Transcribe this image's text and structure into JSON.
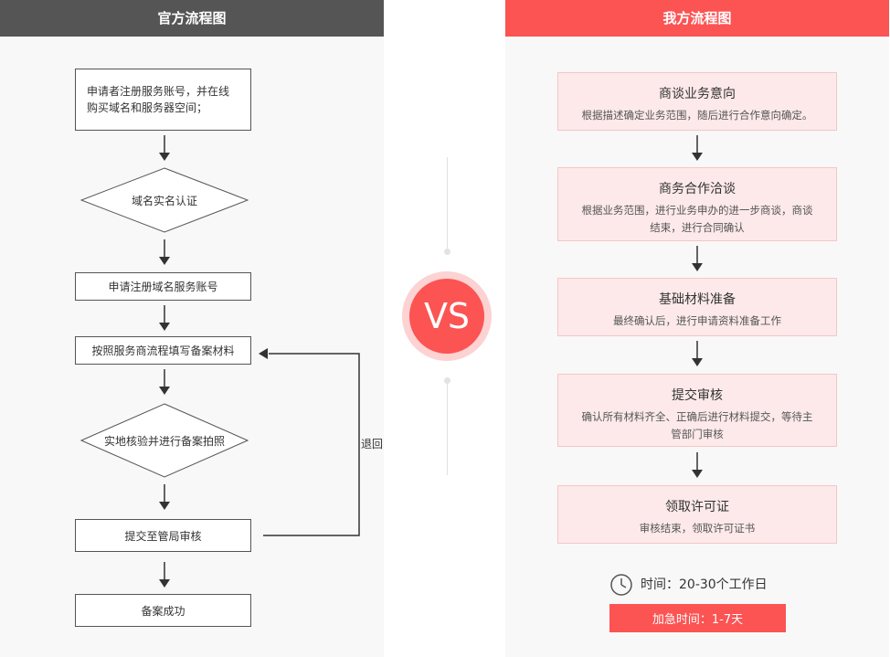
{
  "left": {
    "header": "官方流程图",
    "nodes": {
      "register_buy": "申请者注册服务账号，并在线购买域名和服务器空间；",
      "realname": "域名实名认证",
      "apply_account": "申请注册域名服务账号",
      "fill_form": "按照服务商流程填写备案材料",
      "verify": "实地核验并进行备案拍照",
      "submit": "提交至管局审核",
      "success": "备案成功"
    },
    "loop_label": "退回"
  },
  "vs": "VS",
  "right": {
    "header": "我方流程图",
    "steps": [
      {
        "title": "商谈业务意向",
        "desc": "根据描述确定业务范围，随后进行合作意向确定。"
      },
      {
        "title": "商务合作洽谈",
        "desc": "根据业务范围，进行业务申办的进一步商谈，商谈结束，进行合同确认"
      },
      {
        "title": "基础材料准备",
        "desc": "最终确认后，进行申请资料准备工作"
      },
      {
        "title": "提交审核",
        "desc": "确认所有材料齐全、正确后进行材料提交，等待主管部门审核"
      },
      {
        "title": "领取许可证",
        "desc": "审核结束，领取许可证书"
      }
    ],
    "time_label": "时间：20-30个工作日",
    "rush_label": "加急时间：1-7天"
  },
  "colors": {
    "accent": "#fc5353",
    "dark_header": "#555555",
    "step_bg": "#fde9e9"
  },
  "icons": {
    "clock": "clock-icon"
  }
}
